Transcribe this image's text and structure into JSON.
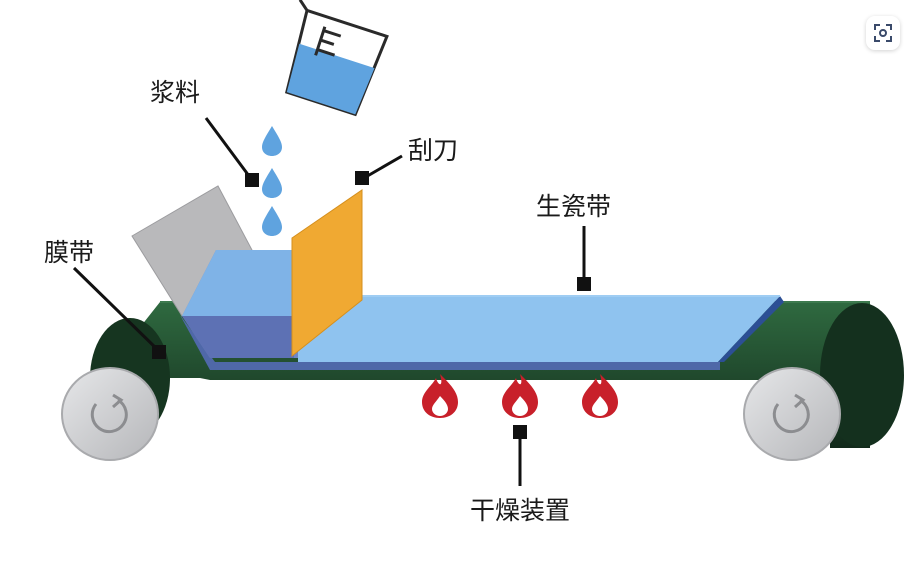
{
  "labels": {
    "slurry": "浆料",
    "blade": "刮刀",
    "film_belt": "膜带",
    "green_tape": "生瓷带",
    "drying_device": "干燥装置"
  },
  "icons": {
    "beaker": "beaker-icon",
    "droplet": "droplet-icon",
    "flame": "flame-icon",
    "rotation": "rotation-arrow-icon",
    "scan": "scan-icon"
  },
  "colors": {
    "slurry_blue": "#5fa3df",
    "tape_blue": "#8fc3ef",
    "tape_dark": "#6f8fc8",
    "blade_orange": "#f0a932",
    "belt_green": "#1f4a2e",
    "roller_gray": "#c9cacd",
    "flame_red": "#c8202a",
    "reservoir_gray": "#b8b8b8"
  }
}
